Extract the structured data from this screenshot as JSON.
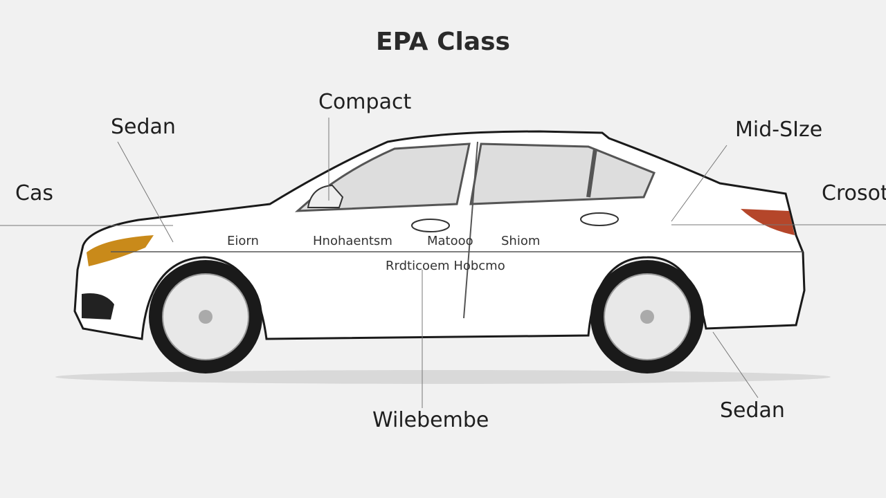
{
  "title": "EPA Class",
  "labels": {
    "compact": "Compact",
    "sedan_top": "Sedan",
    "cas": "Cas",
    "mid_size": "Mid-SIze",
    "crossover": "Crosot",
    "wheelbase": "Wilebembe",
    "sedan_bottom": "Sedan"
  },
  "body_labels": [
    "Eiorn",
    "Hnohaentsm",
    "Matooo",
    "Shiom",
    "Rrdticoem Hobcmo"
  ],
  "colors": {
    "headlight": "#c98a1a",
    "taillight": "#b5462a",
    "body": "#ffffff",
    "outline": "#1a1a1a"
  }
}
